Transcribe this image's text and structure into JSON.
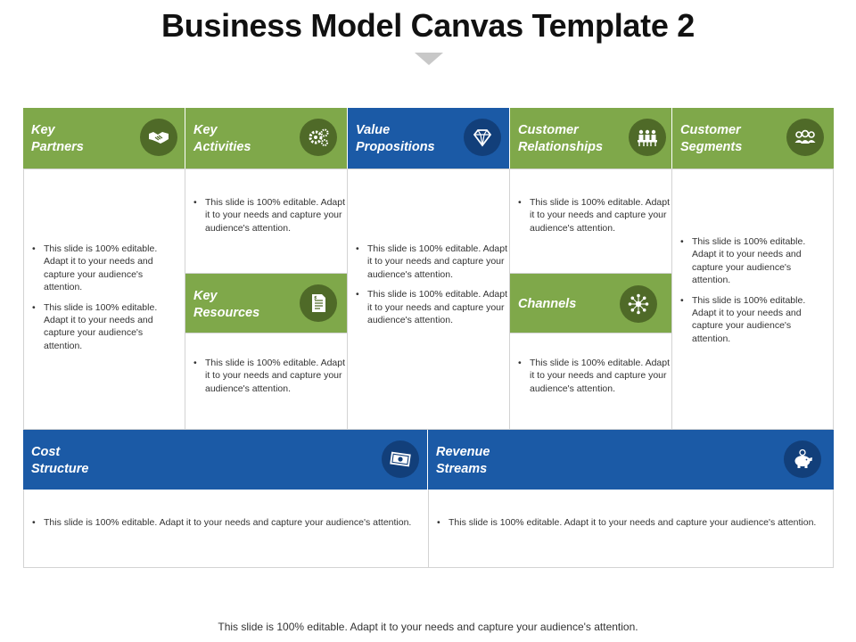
{
  "title": "Business Model Canvas Template 2",
  "body_text": "This slide is 100% editable. Adapt it to your needs and capture your audience's attention.",
  "footer": "This slide is 100% editable. Adapt it to your needs and capture your audience's attention.",
  "colors": {
    "green": "#7fa84a",
    "blue": "#1b5aa6"
  },
  "blocks": {
    "key_partners": {
      "label": "Key\nPartners",
      "icon": "handshake-icon"
    },
    "key_activities": {
      "label": "Key\nActivities",
      "icon": "gears-icon"
    },
    "value_propositions": {
      "label": "Value\nPropositions",
      "icon": "diamond-icon"
    },
    "customer_relationships": {
      "label": "Customer\nRelationships",
      "icon": "meeting-icon"
    },
    "customer_segments": {
      "label": "Customer\nSegments",
      "icon": "people-group-icon"
    },
    "key_resources": {
      "label": "Key\nResources",
      "icon": "document-icon"
    },
    "channels": {
      "label": "Channels",
      "icon": "network-icon"
    },
    "cost_structure": {
      "label": "Cost\nStructure",
      "icon": "money-icon"
    },
    "revenue_streams": {
      "label": "Revenue\nStreams",
      "icon": "piggy-bank-icon"
    }
  }
}
